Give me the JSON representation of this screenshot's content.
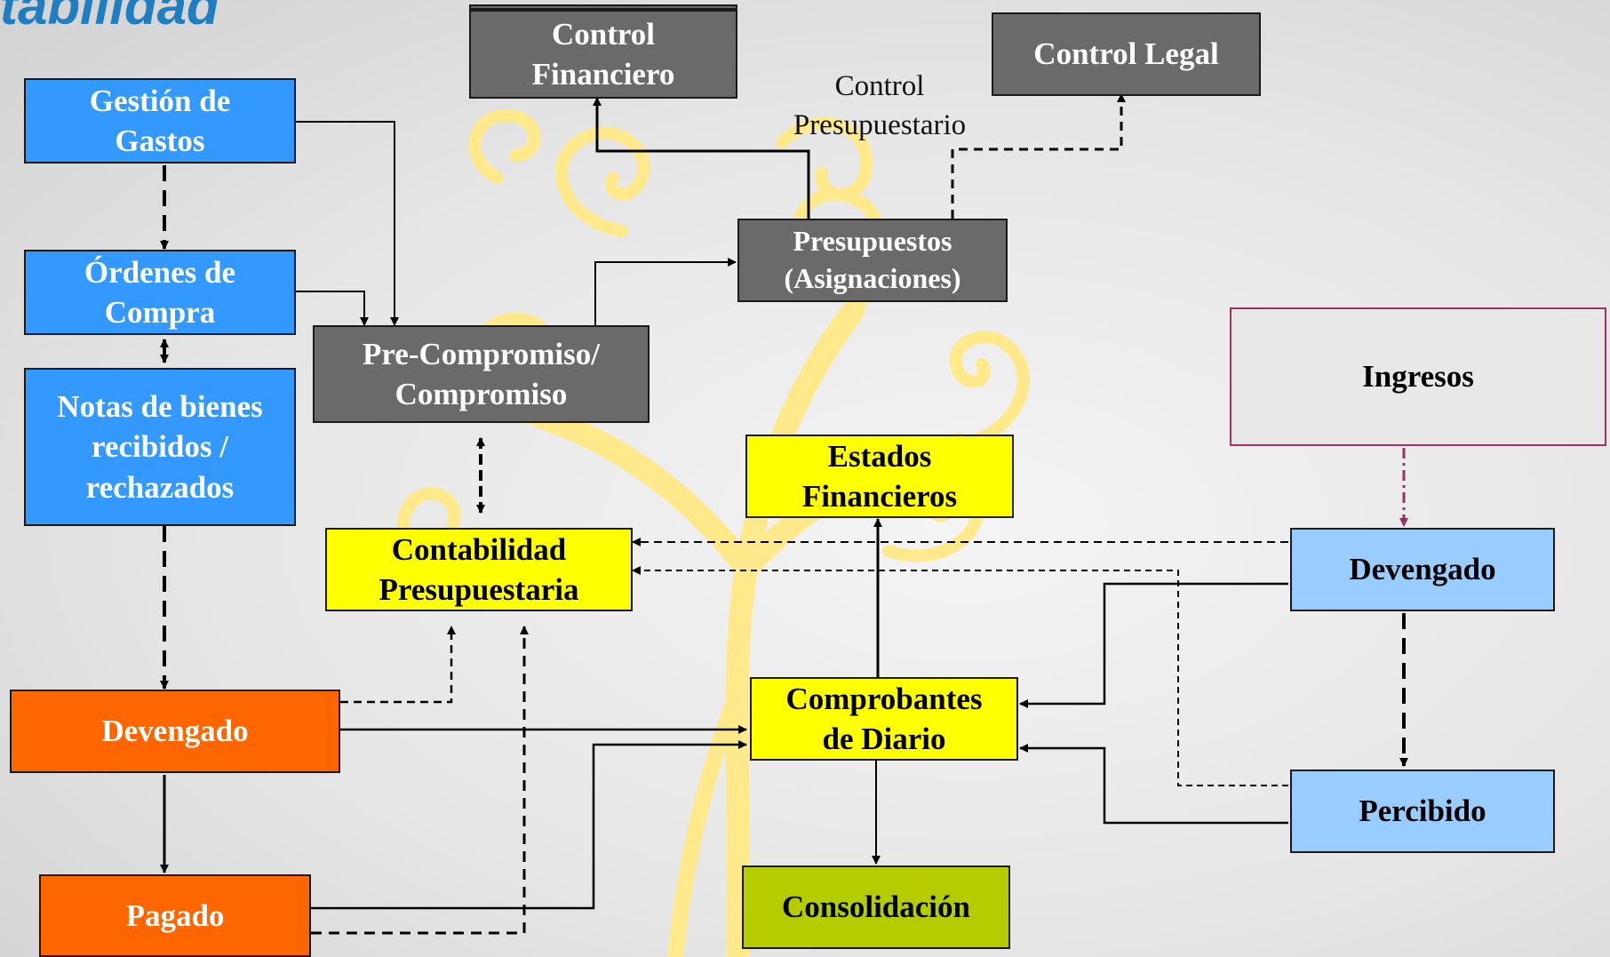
{
  "slide": {
    "title": "tabilidad"
  },
  "boxes": {
    "gestion_gastos": "Gestión de\nGastos",
    "ordenes_compra": "Órdenes de\nCompra",
    "notas_bienes": "Notas de bienes\nrecibidos /\nrechazados",
    "control_financiero": "Control\nFinanciero",
    "control_legal": "Control Legal",
    "presupuestos": "Presupuestos\n(Asignaciones)",
    "pre_compromiso": "Pre-Compromiso/\nCompromiso",
    "contabilidad_presupuestaria": "Contabilidad\nPresupuestaria",
    "estados_financieros": "Estados\nFinancieros",
    "comprobantes_diario": "Comprobantes\nde Diario",
    "consolidacion": "Consolidación",
    "devengado_gasto": "Devengado",
    "pagado": "Pagado",
    "ingresos": "Ingresos",
    "devengado_ingreso": "Devengado",
    "percibido": "Percibido"
  },
  "labels": {
    "control_presupuestario": "Control\nPresupuestario"
  },
  "colors": {
    "blue": "#3399ff",
    "gray": "#6a6a6a",
    "yellow": "#ffff00",
    "orange": "#ff6600",
    "light_blue": "#99ccff",
    "olive": "#b5cc00",
    "ingresos_border": "#993366",
    "title": "#1f7dc1",
    "tree": "#ffe98a"
  }
}
